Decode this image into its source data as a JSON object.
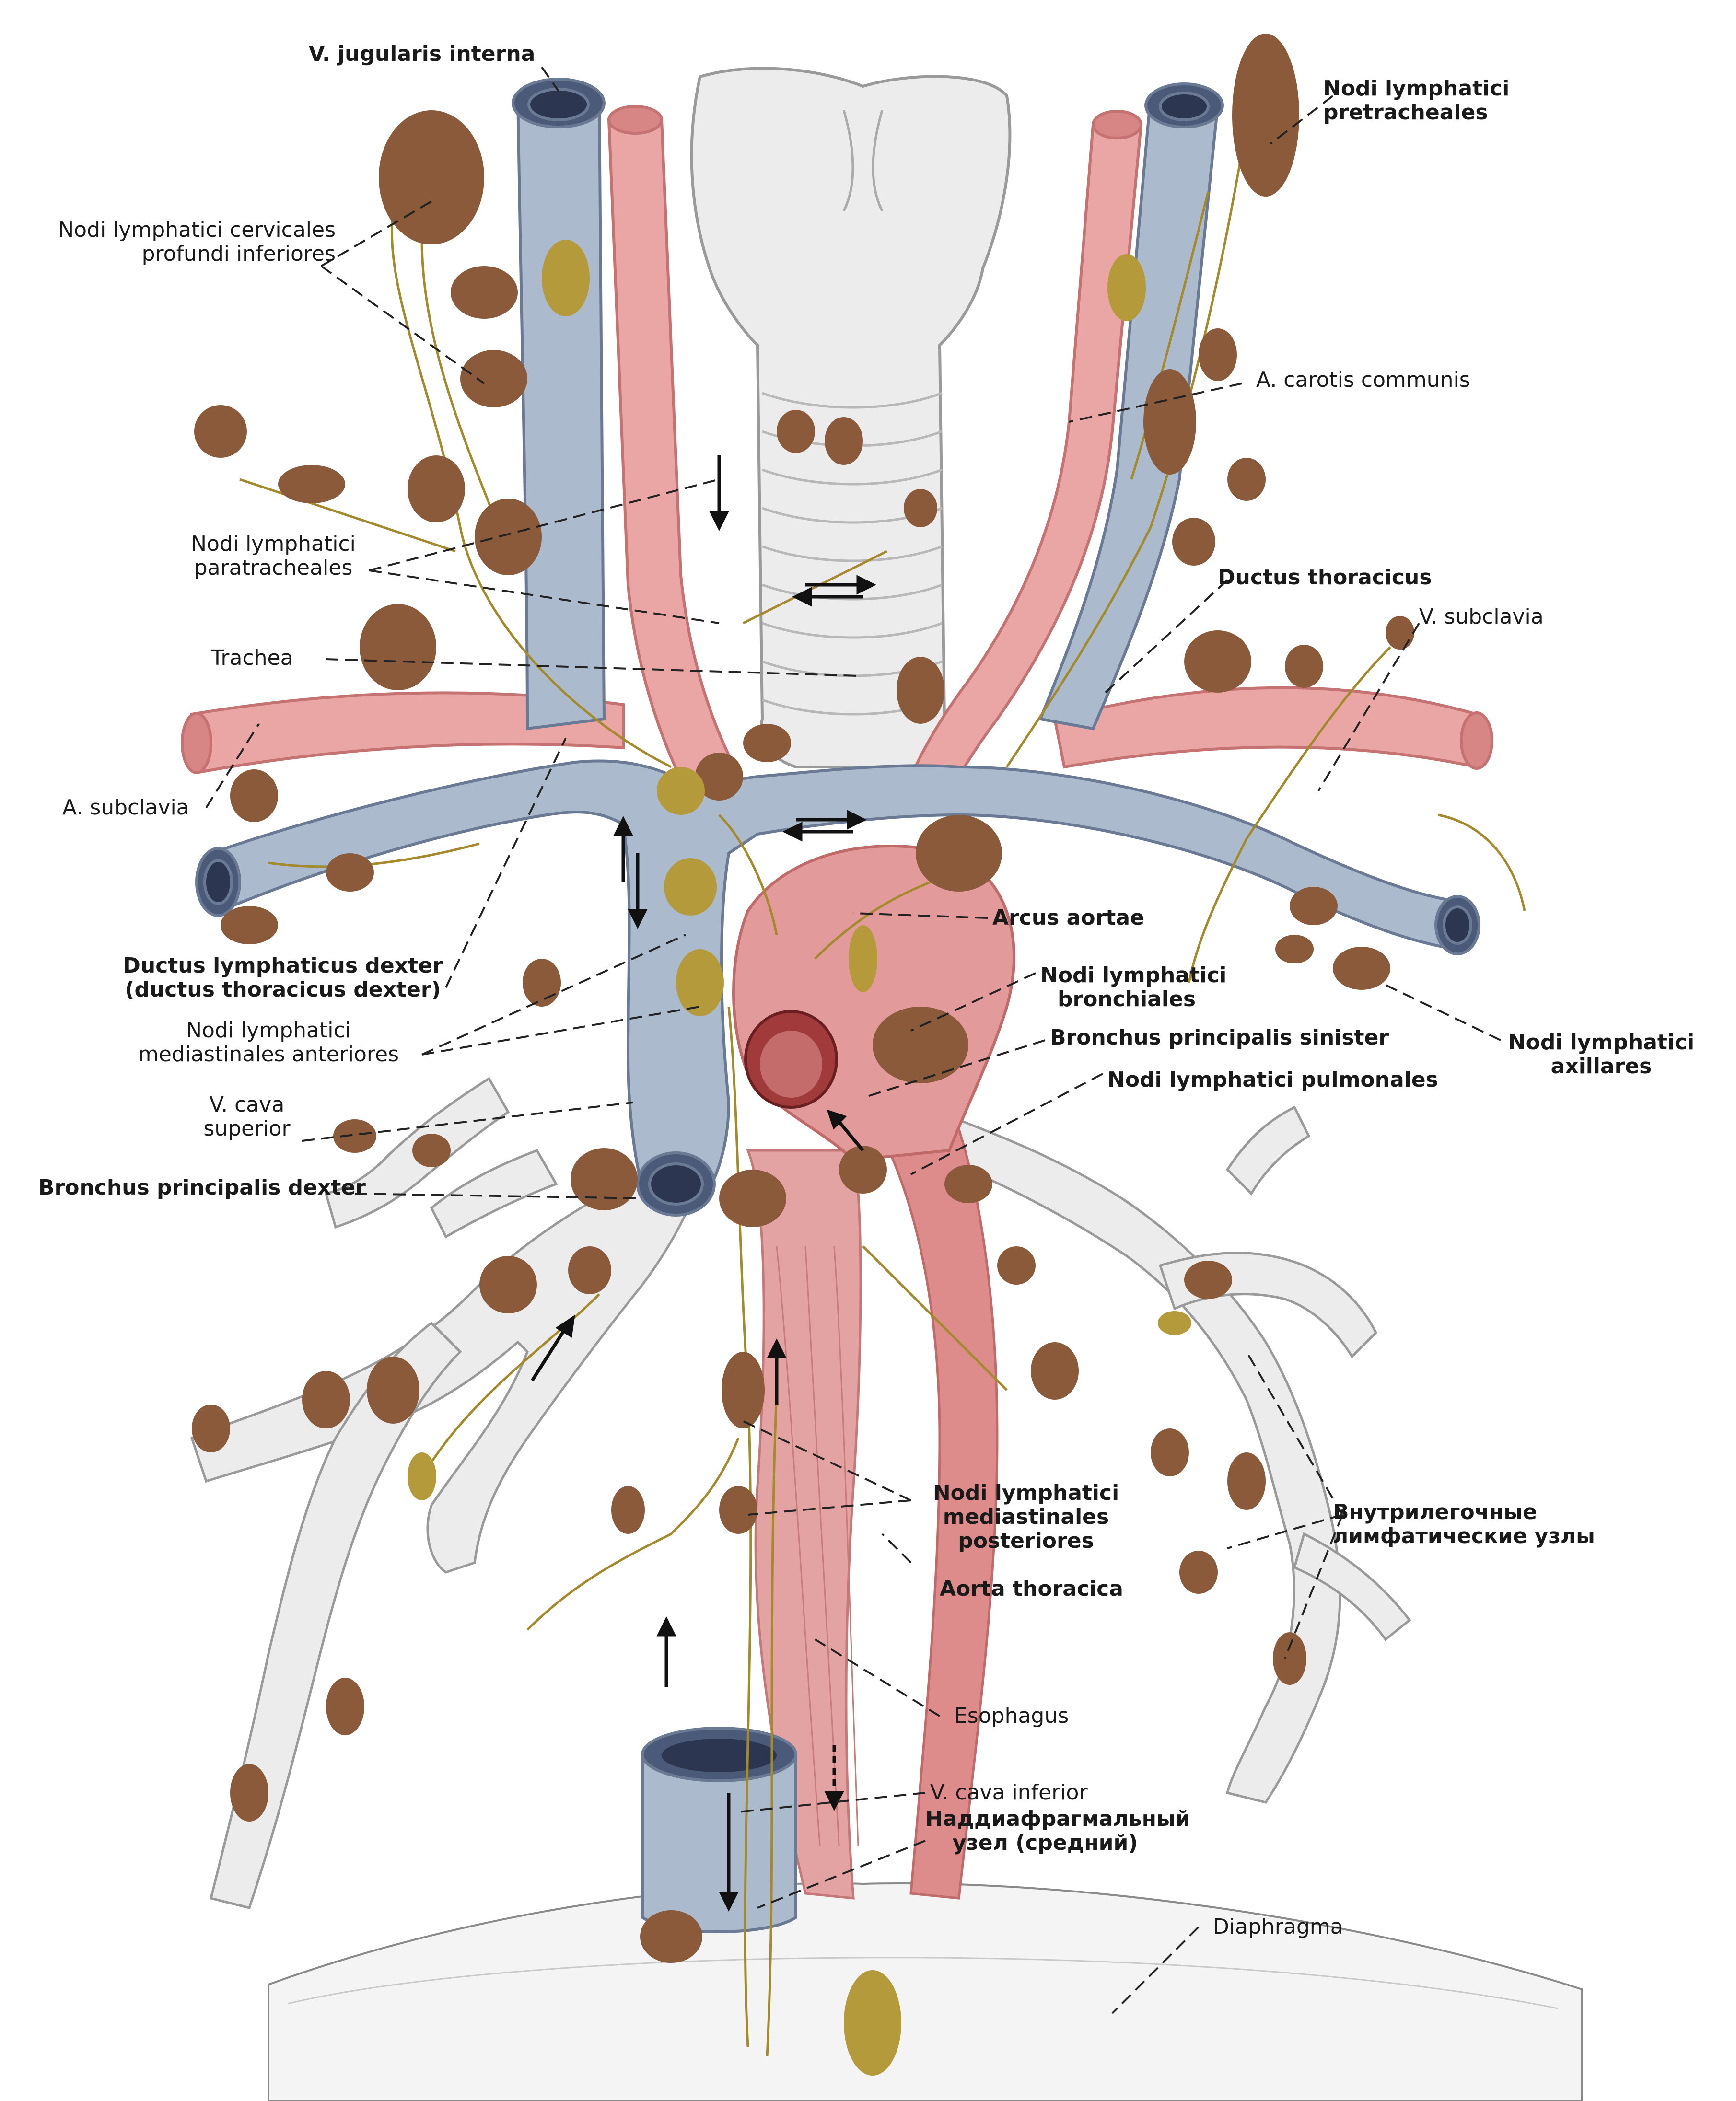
{
  "colors": {
    "vein": "#aab8cc",
    "vein_dark": "#4b5a78",
    "artery": "#e7a0a0",
    "artery_dark": "#c96a6a",
    "aorta": "#de8b8b",
    "node_brown": "#8a5a3a",
    "node_yellow": "#b59a3c",
    "vessel_line": "#a48a2c",
    "trachea": "#ececec",
    "trachea_stroke": "#9a9a9a",
    "leader": "#222222"
  },
  "labels": {
    "v_jugularis_interna": "V. jugularis interna",
    "nodi_pretracheales": "Nodi lymphatici\npretracheales",
    "nodi_cervicales": "Nodi lymphatici cervicales\nprofundi inferiores",
    "a_carotis_communis": "A. carotis communis",
    "nodi_paratracheales": "Nodi lymphatici\nparatracheales",
    "ductus_thoracicus": "Ductus thoracicus",
    "v_subclavia": "V. subclavia",
    "trachea": "Trachea",
    "a_subclavia": "A. subclavia",
    "arcus_aortae": "Arcus aortae",
    "ductus_lymphaticus_dexter": "Ductus lymphaticus dexter\n(ductus thoracicus dexter)",
    "nodi_bronchiales": "Nodi lymphatici\nbronchiales",
    "nodi_mediastinales_anteriores": "Nodi lymphatici\nmediastinales anteriores",
    "bronchus_sinister": "Bronchus principalis sinister",
    "nodi_axillares": "Nodi lymphatici\naxillares",
    "nodi_pulmonales": "Nodi lymphatici pulmonales",
    "v_cava_superior": "V. cava\nsuperior",
    "bronchus_dexter": "Bronchus principalis dexter",
    "nodi_mediastinales_posteriores": "Nodi lymphatici\nmediastinales\nposteriores",
    "vnutrilegochnye": "Внутрилегочные\nлимфатические узлы",
    "aorta_thoracica": "Aorta thoracica",
    "esophagus": "Esophagus",
    "v_cava_inferior": "V. cava inferior",
    "naddiafragmalny": "Наддиафрагмальный\nузел (средний)",
    "diaphragma": "Diaphragma"
  }
}
